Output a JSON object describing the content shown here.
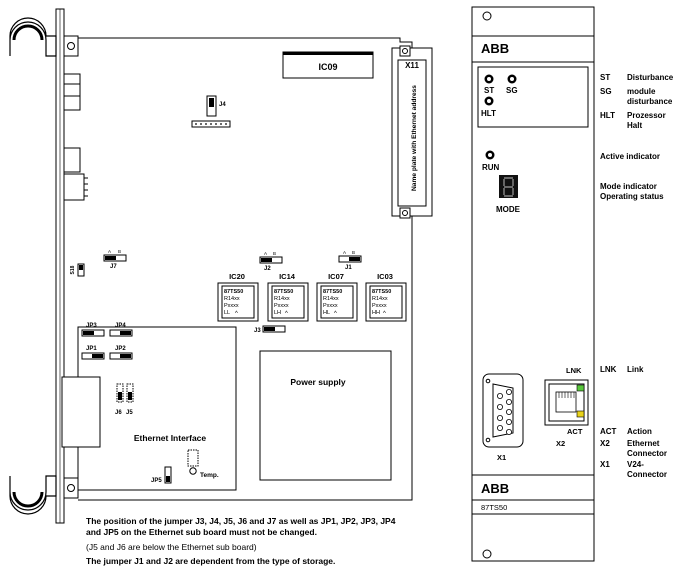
{
  "board": {
    "ic09": "IC09",
    "x11": "X11",
    "nameplate": "Name plate with Ethernet address",
    "j4": "J4",
    "j7": "J7",
    "j2": "J2",
    "j1": "J1",
    "j3": "J3",
    "s18": "S18",
    "jumper_a": "A",
    "jumper_b": "B",
    "chips": [
      {
        "name": "IC20",
        "lines": [
          "87TS50",
          "R14xx",
          "Pxxxx",
          "LL"
        ]
      },
      {
        "name": "IC14",
        "lines": [
          "87TS50",
          "R14xx",
          "Pxxxx",
          "LH"
        ]
      },
      {
        "name": "IC07",
        "lines": [
          "87TS50",
          "R14xx",
          "Pxxxx",
          "HL"
        ]
      },
      {
        "name": "IC03",
        "lines": [
          "87TS50",
          "R14xx",
          "Pxxxx",
          "HH"
        ]
      }
    ],
    "power_supply": "Power supply",
    "ethernet": {
      "title": "Ethernet Interface",
      "jp1": "JP1",
      "jp2": "JP2",
      "jp3": "JP3",
      "jp4": "JP4",
      "jp5": "JP5",
      "j5": "J5",
      "j6": "J6",
      "temp": "Temp."
    }
  },
  "panel": {
    "brand_top": "ABB",
    "brand_bottom": "ABB",
    "model": "87TS50",
    "st": "ST",
    "sg": "SG",
    "hlt": "HLT",
    "run": "RUN",
    "mode": "MODE",
    "lnk": "LNK",
    "act": "ACT",
    "x1": "X1",
    "x2": "X2"
  },
  "legend": {
    "st": {
      "key": "ST",
      "desc": "Disturbance"
    },
    "sg": {
      "key": "SG",
      "desc1": "module",
      "desc2": "disturbance"
    },
    "hlt": {
      "key": "HLT",
      "desc1": "Prozessor",
      "desc2": "Halt"
    },
    "active": "Active indicator",
    "mode1": "Mode indicator",
    "mode2": "Operating status",
    "lnk": {
      "key": "LNK",
      "desc": "Link"
    },
    "act": {
      "key": "ACT",
      "desc": "Action"
    },
    "x2": {
      "key": "X2",
      "desc1": "Ethernet",
      "desc2": "Connector"
    },
    "x1": {
      "key": "X1",
      "desc1": "V24-",
      "desc2": "Connector"
    }
  },
  "notes": {
    "line1": "The position of the jumper J3, J4, J5, J6 and J7 as well as JP1, JP2, JP3, JP4",
    "line2": "and JP5 on the Ethernet sub board must not be changed.",
    "line3": "(J5 and J6 are below the Ethernet sub board)",
    "line4": "The jumper J1 and J2 are dependent from the type of storage."
  },
  "colors": {
    "lnk_led": "#59c63c",
    "act_led": "#e8d21a",
    "line": "#000000"
  }
}
